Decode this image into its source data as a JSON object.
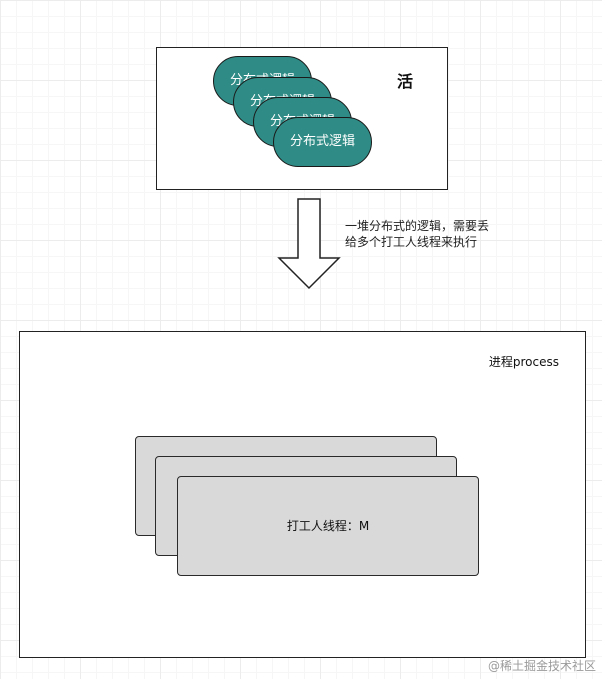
{
  "top_box": {
    "pill_label": "分布式逻辑",
    "side_char": "活"
  },
  "arrow_note": {
    "line1": "一堆分布式的逻辑，需要丢",
    "line2": "给多个打工人线程来执行"
  },
  "process_box": {
    "label": "进程process",
    "thread_label": "打工人线程：M"
  },
  "watermark": "@稀土掘金技术社区",
  "colors": {
    "pill_fill": "#2e8b85",
    "thread_fill": "#d9d9d9",
    "stroke": "#222222"
  }
}
